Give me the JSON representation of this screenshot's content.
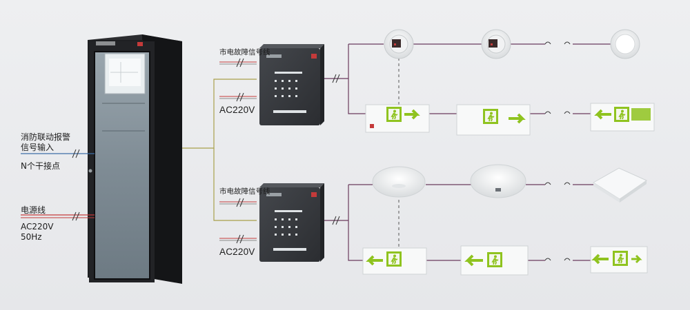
{
  "labels": {
    "fire_linkage_line1": "消防联动报警",
    "fire_linkage_line2": "信号输入",
    "n_dry_contact": "N个干接点",
    "power_line": "电源线",
    "ac220v_50hz_line1": "AC220V",
    "ac220v_50hz_line2": "50Hz",
    "top_mains_signal": "市电故障信号线",
    "top_ac220v": "AC220V",
    "bottom_mains_signal": "市电故障信号线",
    "bottom_ac220v": "AC220V"
  },
  "colors": {
    "cabinet": "#1e1f22",
    "module_box": "#34363a",
    "sign_green": "#8fc31f",
    "wire_purple": "#6a3a5c",
    "wire_red": "#c43a3a",
    "wire_olive": "#a8a04a",
    "wire_blue": "#3c6ea8"
  },
  "icons": {
    "exit_sign": "running-man-exit-icon",
    "arrow": "arrow-icon",
    "smoke_detector": "ceiling-light-icon"
  }
}
